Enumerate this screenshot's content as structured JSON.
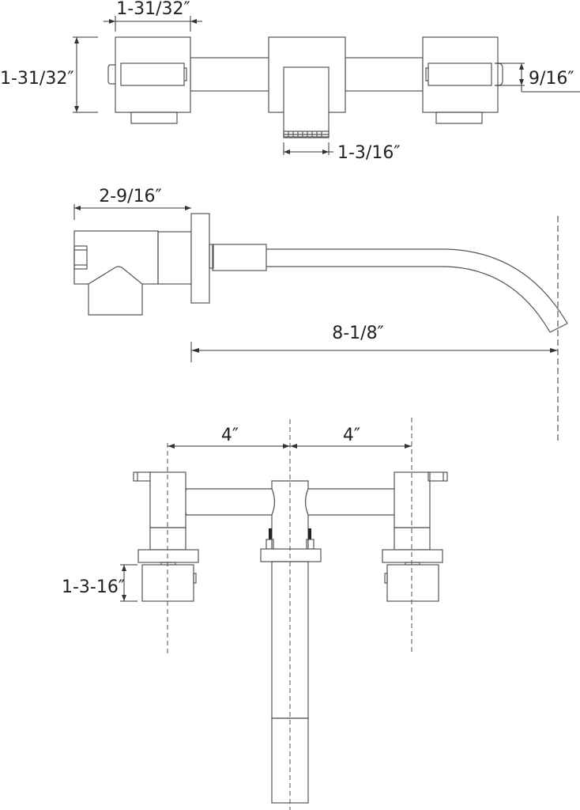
{
  "diagram": {
    "type": "technical-drawing",
    "subject": "wall-mount widespread faucet",
    "views": {
      "top": {
        "dims": {
          "handle_width": "1-31/32″",
          "handle_height": "1-31/32″",
          "lever_height": "9/16″",
          "spout_width": "1-3/16″"
        }
      },
      "side": {
        "dims": {
          "handle_depth": "2-9/16″",
          "spout_reach": "8-1/8″"
        }
      },
      "front": {
        "dims": {
          "left_spacing": "4″",
          "right_spacing": "4″",
          "valve_height": "1-3-16″"
        }
      }
    },
    "colors": {
      "line": "#555555",
      "dimension": "#333333",
      "background": "#ffffff"
    }
  }
}
